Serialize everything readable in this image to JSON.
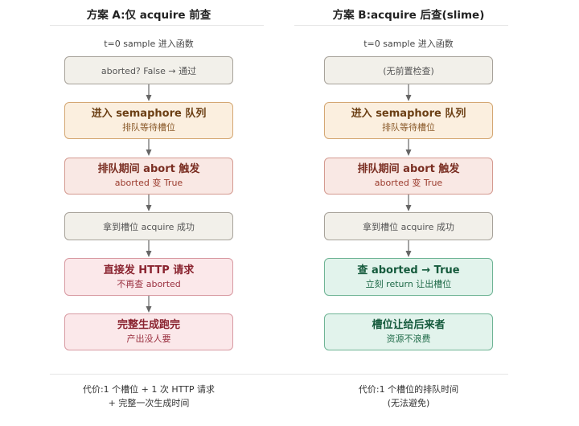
{
  "left": {
    "title": "方案 A:仅 acquire 前查",
    "caption": "t=0 sample 进入函数",
    "steps": [
      {
        "main": "aborted? False → 通过"
      },
      {
        "main": "进入 semaphore 队列",
        "sub": "排队等待槽位"
      },
      {
        "main": "排队期间 abort 触发",
        "sub": "aborted 变 True"
      },
      {
        "main": "拿到槽位 acquire 成功"
      },
      {
        "main": "直接发 HTTP 请求",
        "sub": "不再查 aborted"
      },
      {
        "main": "完整生成跑完",
        "sub": "产出没人要"
      }
    ],
    "footer": [
      "代价:1 个槽位 + 1 次 HTTP 请求",
      "+ 完整一次生成时间"
    ]
  },
  "right": {
    "title": "方案 B:acquire 后查(slime)",
    "caption": "t=0 sample 进入函数",
    "steps": [
      {
        "main": "(无前置检查)"
      },
      {
        "main": "进入 semaphore 队列",
        "sub": "排队等待槽位"
      },
      {
        "main": "排队期间 abort 触发",
        "sub": "aborted 变 True"
      },
      {
        "main": "拿到槽位 acquire 成功"
      },
      {
        "main": "查 aborted → True",
        "sub": "立刻 return 让出槽位"
      },
      {
        "main": "槽位让给后来者",
        "sub": "资源不浪费"
      }
    ],
    "footer": [
      "代价:1 个槽位的排队时间",
      "(无法避免)"
    ]
  },
  "colors": {
    "gray": "#f2f0ea",
    "orange": "#fbefdf",
    "red": "#f9e8e4",
    "pink": "#fbe8ea",
    "green": "#e2f3ec",
    "arrow": "#666666"
  }
}
